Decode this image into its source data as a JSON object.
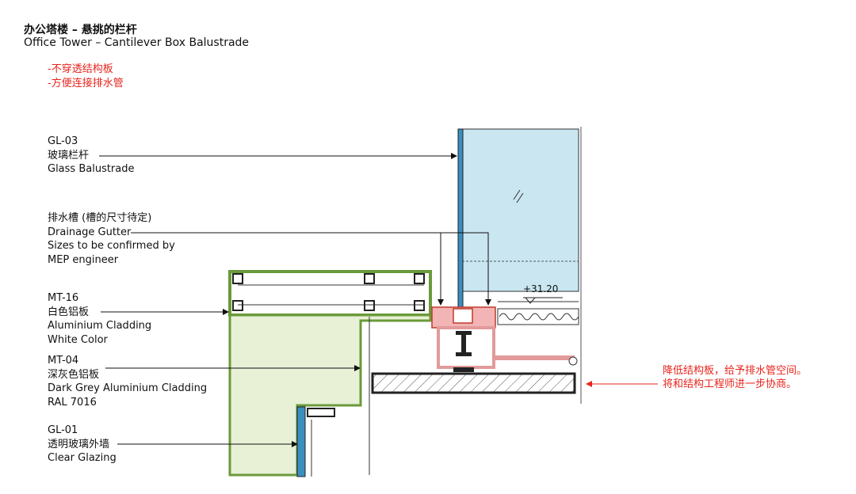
{
  "header": {
    "title_cn": "办公塔楼 – 悬挑的栏杆",
    "title_en": "Office Tower – Cantilever Box Balustrade"
  },
  "notes": [
    "-不穿透结构板",
    "-方便连接排水管"
  ],
  "labels": {
    "gl03": {
      "code": "GL-03",
      "cn": "玻璃栏杆",
      "en": "Glass Balustrade"
    },
    "gutter": {
      "cn": "排水槽 (槽的尺寸待定)",
      "en1": "Drainage Gutter",
      "en2": "Sizes to be confirmed by",
      "en3": "MEP engineer"
    },
    "mt16": {
      "code": "MT-16",
      "cn": "白色铝板",
      "en1": "Aluminium Cladding",
      "en2": "White Color"
    },
    "mt04": {
      "code": "MT-04",
      "cn": "深灰色铝板",
      "en1": "Dark Grey Aluminium Cladding",
      "en2": "RAL 7016"
    },
    "gl01": {
      "code": "GL-01",
      "cn": "透明玻璃外墙",
      "en": "Clear Glazing"
    }
  },
  "level_mark": "+31.20",
  "slab_note": [
    "降低结构板，给予排水管空间。",
    "将和结构工程师进一步协商。"
  ],
  "colors": {
    "glass_blue": "#c9e6f1",
    "green_outline": "#6a9a3a",
    "cladding_fill": "#e8f0d6",
    "gutter_pink": "#f2b4b4",
    "red_note": "#e8241c"
  }
}
